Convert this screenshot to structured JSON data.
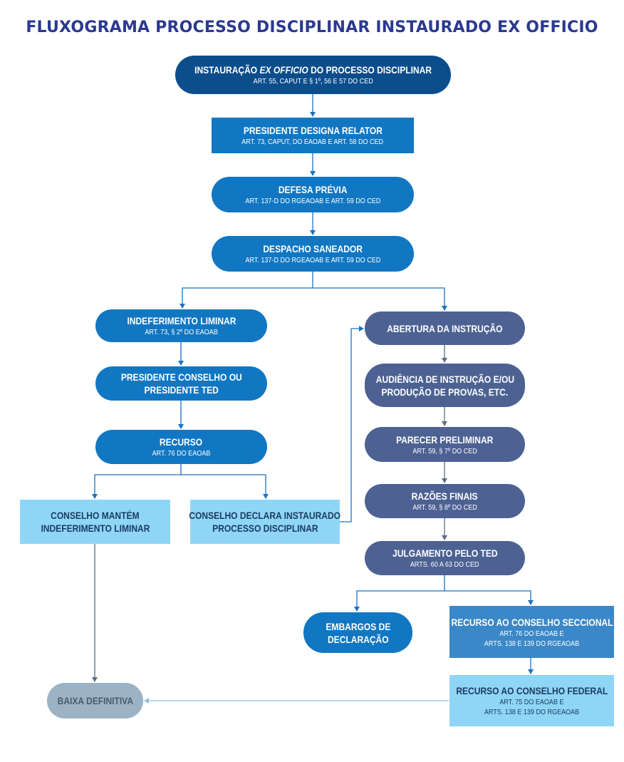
{
  "title": "FLUXOGRAMA PROCESSO DISCIPLINAR INSTAURADO EX OFFICIO",
  "colors": {
    "navy": "#0c4d8c",
    "blue": "#1177c3",
    "slate": "#4d6293",
    "light": "#8fd6f6",
    "seccional": "#3b88c8",
    "baixa": "#9bb3c5",
    "title": "#2b3990",
    "connector": "#1177c3"
  },
  "nodes": {
    "instauracao": {
      "title_pre": "INSTAURAÇÃO ",
      "title_em": "EX OFFICIO",
      "title_post": " DO PROCESSO DISCIPLINAR",
      "sub": "ART. 55, CAPUT E § 1º, 56 E 57 DO CED"
    },
    "designa_relator": {
      "title": "PRESIDENTE DESIGNA RELATOR",
      "sub": "ART. 73, CAPUT, DO EAOAB E ART. 58 DO CED"
    },
    "defesa_previa": {
      "title": "DEFESA PRÉVIA",
      "sub": "ART. 137-D DO RGEAOAB E ART. 59 DO CED"
    },
    "despacho_saneador": {
      "title": "DESPACHO SANEADOR",
      "sub": "ART. 137-D DO RGEAOAB E ART. 59 DO CED"
    },
    "indeferimento_liminar": {
      "title": "INDEFERIMENTO LIMINAR",
      "sub": "ART. 73, § 2º DO EAOAB"
    },
    "presidente_conselho": {
      "line1": "PRESIDENTE CONSELHO OU",
      "line2": "PRESIDENTE TED"
    },
    "recurso": {
      "title": "RECURSO",
      "sub": "ART. 76 DO EAOAB"
    },
    "conselho_mantem": {
      "line1": "CONSELHO MANTÉM",
      "line2": "INDEFERIMENTO LIMINAR"
    },
    "conselho_declara": {
      "line1": "CONSELHO DECLARA INSTAURADO",
      "line2": "PROCESSO DISCIPLINAR"
    },
    "abertura_instrucao": {
      "title": "ABERTURA DA INSTRUÇÃO"
    },
    "audiencia": {
      "line1": "AUDIÊNCIA DE INSTRUÇÃO E/OU",
      "line2": "PRODUÇÃO DE PROVAS, ETC."
    },
    "parecer_preliminar": {
      "title": "PARECER PRELIMINAR",
      "sub": "ART. 59, § 7º DO CED"
    },
    "razoes_finais": {
      "title": "RAZÕES FINAIS",
      "sub": "ART. 59, § 8º DO CED"
    },
    "julgamento": {
      "title": "JULGAMENTO PELO TED",
      "sub": "ARTS. 60 A 63 DO CED"
    },
    "embargos": {
      "line1": "EMBARGOS DE",
      "line2": "DECLARAÇÃO"
    },
    "recurso_seccional": {
      "title": "RECURSO AO CONSELHO SECCIONAL",
      "sub1": "ART. 76 DO EAOAB E",
      "sub2": "ARTS. 138 E 139 DO RGEAOAB"
    },
    "recurso_federal": {
      "title": "RECURSO AO CONSELHO FEDERAL",
      "sub1": "ART. 75 DO EAOAB E",
      "sub2": "ARTS. 138 E 139 DO RGEAOAB"
    },
    "baixa_definitiva": {
      "title": "BAIXA DEFINITIVA"
    }
  },
  "edges": [
    {
      "from": "instauracao",
      "to": "designa_relator"
    },
    {
      "from": "designa_relator",
      "to": "defesa_previa"
    },
    {
      "from": "defesa_previa",
      "to": "despacho_saneador"
    },
    {
      "from": "despacho_saneador",
      "to": "indeferimento_liminar"
    },
    {
      "from": "despacho_saneador",
      "to": "abertura_instrucao"
    },
    {
      "from": "indeferimento_liminar",
      "to": "presidente_conselho"
    },
    {
      "from": "presidente_conselho",
      "to": "recurso"
    },
    {
      "from": "recurso",
      "to": "conselho_mantem"
    },
    {
      "from": "recurso",
      "to": "conselho_declara"
    },
    {
      "from": "conselho_declara",
      "to": "abertura_instrucao"
    },
    {
      "from": "conselho_mantem",
      "to": "baixa_definitiva"
    },
    {
      "from": "abertura_instrucao",
      "to": "audiencia"
    },
    {
      "from": "audiencia",
      "to": "parecer_preliminar"
    },
    {
      "from": "parecer_preliminar",
      "to": "razoes_finais"
    },
    {
      "from": "razoes_finais",
      "to": "julgamento"
    },
    {
      "from": "julgamento",
      "to": "embargos"
    },
    {
      "from": "julgamento",
      "to": "recurso_seccional"
    },
    {
      "from": "recurso_seccional",
      "to": "recurso_federal"
    },
    {
      "from": "recurso_federal",
      "to": "baixa_definitiva"
    }
  ]
}
